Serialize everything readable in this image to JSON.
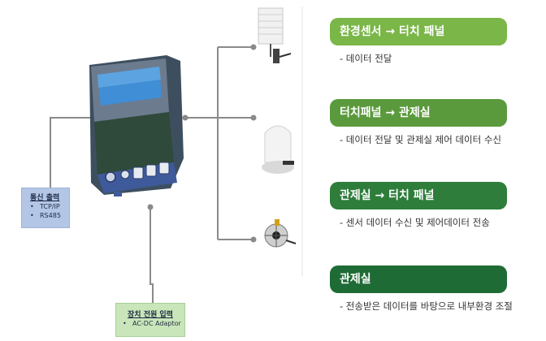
{
  "comm_output": {
    "title": "통신 출력",
    "items": [
      "TCP/IP",
      "RS485"
    ]
  },
  "power_input": {
    "title": "장치 전원 입력",
    "items": [
      "AC-DC Adaptor"
    ]
  },
  "steps": [
    {
      "title": "환경센서 → 터치 패널",
      "desc": "- 데이터 전달",
      "color": "#7ab648"
    },
    {
      "title": "터치패널 → 관제실",
      "desc": "- 데이터 전달 및 관제실 제어 데이터 수신",
      "color": "#5a9a3c"
    },
    {
      "title": "관제실 → 터치 패널",
      "desc": "- 센서 데이터 수신 및 제어데이터 전송",
      "color": "#2e7d3a"
    },
    {
      "title": "관제실",
      "desc": "- 전송받은 데이터를 바탕으로 내부환경 조절",
      "color": "#1f6b35"
    }
  ],
  "colors": {
    "connector": "#8a8a8a",
    "panel_blue": "#3f5a9a",
    "panel_green": "#2f4a3a"
  }
}
